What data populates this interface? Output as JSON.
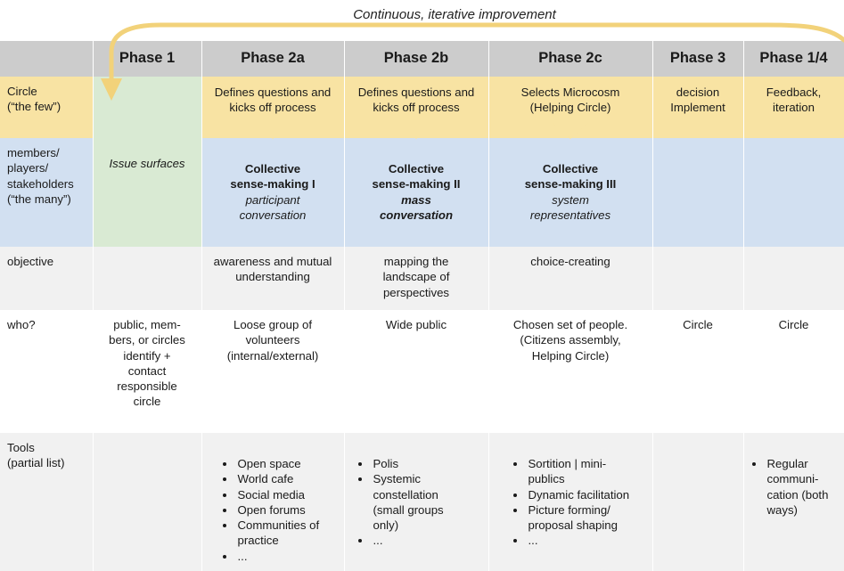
{
  "caption": "Continuous, iterative improvement",
  "header": {
    "phases": [
      "Phase 1",
      "Phase 2a",
      "Phase 2b",
      "Phase 2c",
      "Phase 3",
      "Phase 1/4"
    ]
  },
  "rows": {
    "circle": {
      "label_line1": "Circle",
      "label_line2": "(“the few”)",
      "phase2a": [
        "Defines questions and",
        "kicks off process"
      ],
      "phase2b": [
        "Defines questions and",
        "kicks off process"
      ],
      "phase2c": [
        "Selects Microcosm",
        "(Helping Circle)"
      ],
      "phase3": [
        "decision",
        "Implement"
      ],
      "phase14": [
        "Feedback,",
        "iteration"
      ]
    },
    "many": {
      "label": [
        "members/",
        "players/",
        "stakeholders",
        "(“the many”)"
      ],
      "phase1": "Issue surfaces",
      "phase2a": {
        "title": [
          "Collective",
          "sense-making I"
        ],
        "sub": [
          "participant",
          "conversation"
        ]
      },
      "phase2b": {
        "title": [
          "Collective",
          "sense-making II"
        ],
        "sub": [
          "mass",
          "conversation"
        ]
      },
      "phase2c": {
        "title": [
          "Collective",
          "sense-making III"
        ],
        "sub": [
          "system",
          "representatives"
        ]
      }
    },
    "objective": {
      "label": "objective",
      "phase2a": [
        "awareness and mutual",
        "understanding"
      ],
      "phase2b": [
        "mapping the",
        "landscape of",
        "perspectives"
      ],
      "phase2c": [
        "choice-creating"
      ]
    },
    "who": {
      "label": "who?",
      "phase1": [
        "public, mem-",
        "bers, or circles",
        "identify +",
        "contact",
        "responsible",
        "circle"
      ],
      "phase2a": [
        "Loose group of",
        "volunteers",
        "(internal/external)"
      ],
      "phase2b": [
        "Wide public"
      ],
      "phase2c": [
        "Chosen set of people.",
        "(Citizens assembly,",
        "Helping Circle)"
      ],
      "phase3": [
        "Circle"
      ],
      "phase14": [
        "Circle"
      ]
    },
    "tools": {
      "label_line1": "Tools",
      "label_line2": "(partial list)",
      "phase2a": [
        "Open space",
        "World cafe",
        "Social media",
        "Open forums",
        "Communities of practice",
        "..."
      ],
      "phase2b": [
        "Polis",
        "Systemic constellation (small groups only)",
        "..."
      ],
      "phase2c": [
        "Sortition | mini-publics",
        "Dynamic facilitation",
        "Picture forming/ proposal shaping",
        "..."
      ],
      "phase14": [
        "Regular communi-cation (both ways)"
      ]
    }
  },
  "colors": {
    "header": "#cccccc",
    "circle_row": "#f8e3a3",
    "many_row": "#d2e0f1",
    "phase1_column": "#d9ead3",
    "arrow": "#f2d27a"
  }
}
